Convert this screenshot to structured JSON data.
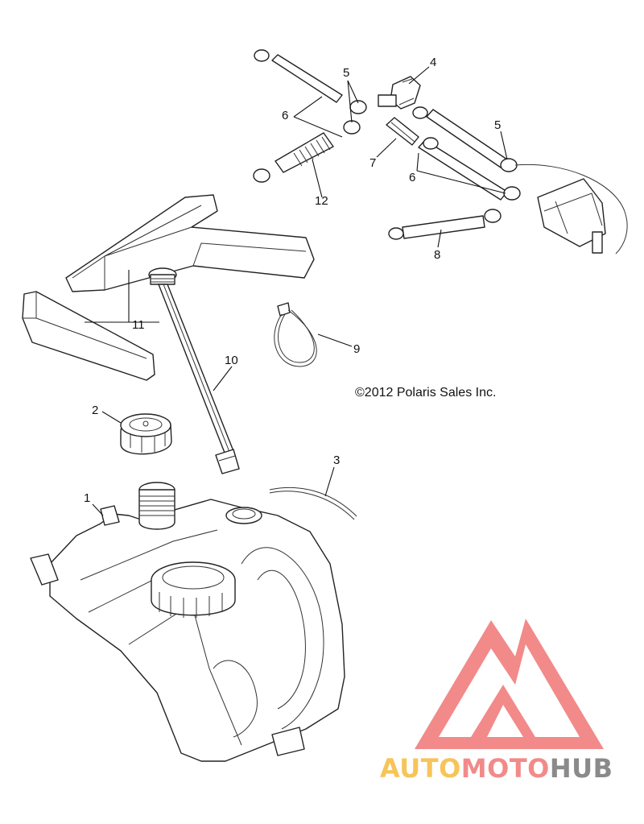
{
  "callouts": [
    {
      "id": "1",
      "text": "1"
    },
    {
      "id": "2",
      "text": "2"
    },
    {
      "id": "3",
      "text": "3"
    },
    {
      "id": "4",
      "text": "4"
    },
    {
      "id": "5a",
      "text": "5"
    },
    {
      "id": "5b",
      "text": "5"
    },
    {
      "id": "6a",
      "text": "6"
    },
    {
      "id": "6b",
      "text": "6"
    },
    {
      "id": "7",
      "text": "7"
    },
    {
      "id": "8",
      "text": "8"
    },
    {
      "id": "9",
      "text": "9"
    },
    {
      "id": "10",
      "text": "10"
    },
    {
      "id": "11",
      "text": "11"
    },
    {
      "id": "12",
      "text": "12"
    }
  ],
  "copyright": "©2012 Polaris Sales Inc.",
  "watermark": {
    "part1": "AUTO",
    "part2": "MOTO",
    "part3": "HUB",
    "colors": {
      "auto": "#f7c45a",
      "moto": "#f28a8a",
      "hub": "#8a8a8a",
      "logo": "#f28a8a"
    }
  }
}
